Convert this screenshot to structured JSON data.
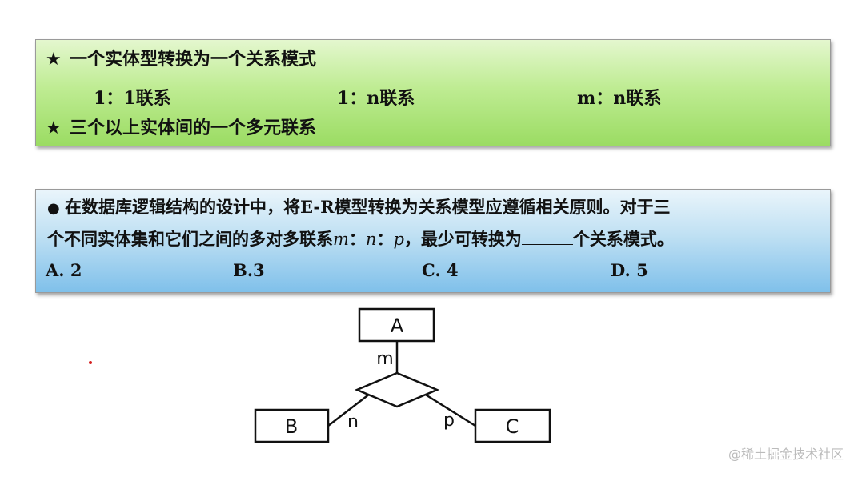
{
  "principles_box": {
    "line1": "一个实体型转换为一个关系模式",
    "relations": [
      "1：1联系",
      "1：n联系",
      "m：n联系"
    ],
    "line2": "三个以上实体间的一个多元联系"
  },
  "question_box": {
    "line1": "在数据库逻辑结构的设计中，将E-R模型转换为关系模型应遵循相关原则。对于三",
    "line2_pre": "个不同实体集和它们之间的多对多联系",
    "var_m": "m",
    "sep1": "：",
    "var_n": "n",
    "sep2": "：",
    "var_p": "p",
    "line2_post": "，最少可转换为",
    "line2_end": "个关系模式。",
    "options": [
      "A. 2",
      "B.3",
      "C. 4",
      "D. 5"
    ]
  },
  "er_diagram": {
    "entity_a": "A",
    "entity_b": "B",
    "entity_c": "C",
    "label_m": "m",
    "label_n": "n",
    "label_p": "p"
  },
  "watermark": "@稀土掘金技术社区"
}
